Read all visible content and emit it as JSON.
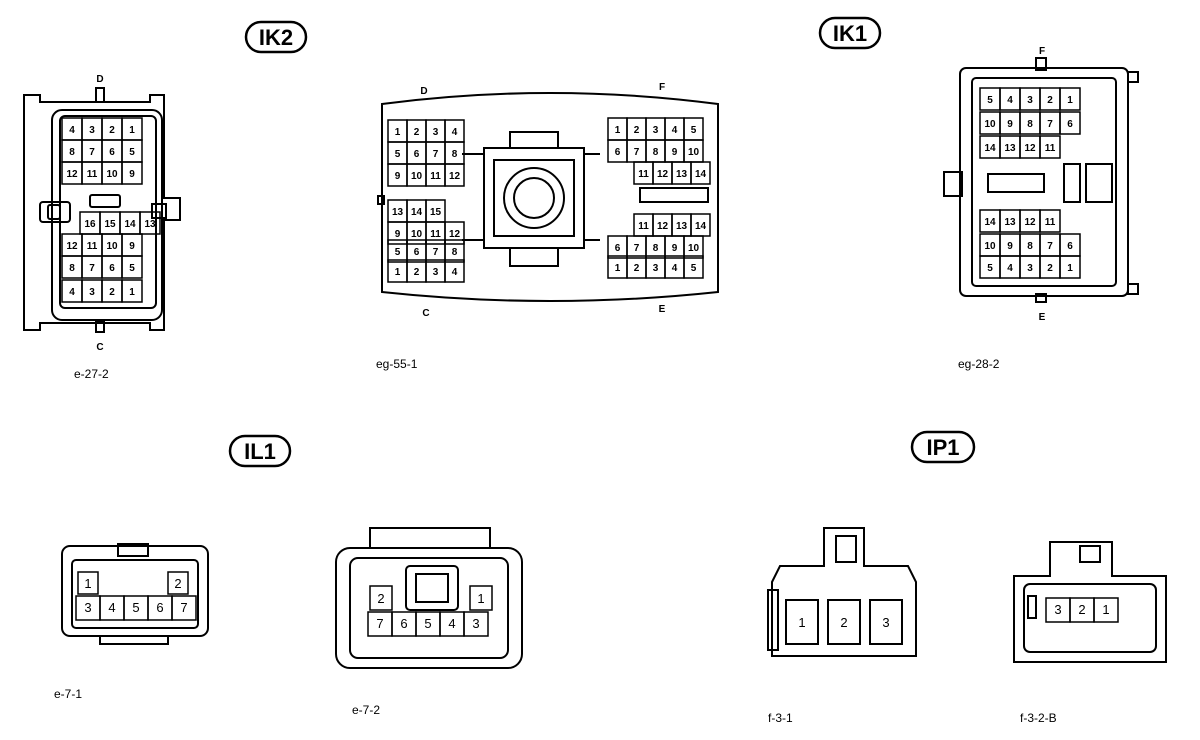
{
  "connectors": [
    {
      "id": "IK2",
      "caption": "e-27-2",
      "side_labels": [
        "D",
        "C"
      ],
      "pin_rows": [
        [
          "4",
          "3",
          "2",
          "1"
        ],
        [
          "8",
          "7",
          "6",
          "5"
        ],
        [
          "12",
          "11",
          "10",
          "9"
        ],
        [
          "16",
          "15",
          "14",
          "13"
        ],
        [
          "12",
          "11",
          "10",
          "9"
        ],
        [
          "8",
          "7",
          "6",
          "5"
        ],
        [
          "4",
          "3",
          "2",
          "1"
        ]
      ]
    },
    {
      "id": "",
      "caption": "eg-55-1",
      "side_labels": [
        "D",
        "F",
        "C",
        "E"
      ],
      "pin_rows": [
        [
          "1",
          "2",
          "3",
          "4"
        ],
        [
          "5",
          "6",
          "7",
          "8"
        ],
        [
          "9",
          "10",
          "11",
          "12"
        ],
        [
          "13",
          "14",
          "15"
        ],
        [
          "9",
          "10",
          "11",
          "12"
        ],
        [
          "5",
          "6",
          "7",
          "8"
        ],
        [
          "1",
          "2",
          "3",
          "4"
        ],
        [
          "1",
          "2",
          "3",
          "4",
          "5"
        ],
        [
          "6",
          "7",
          "8",
          "9",
          "10"
        ],
        [
          "11",
          "12",
          "13",
          "14"
        ],
        [
          "11",
          "12",
          "13",
          "14"
        ],
        [
          "6",
          "7",
          "8",
          "9",
          "10"
        ],
        [
          "1",
          "2",
          "3",
          "4",
          "5"
        ]
      ]
    },
    {
      "id": "IK1",
      "caption": "eg-28-2",
      "side_labels": [
        "F",
        "E"
      ],
      "pin_rows": [
        [
          "5",
          "4",
          "3",
          "2",
          "1"
        ],
        [
          "10",
          "9",
          "8",
          "7",
          "6"
        ],
        [
          "14",
          "13",
          "12",
          "11"
        ],
        [
          "14",
          "13",
          "12",
          "11"
        ],
        [
          "10",
          "9",
          "8",
          "7",
          "6"
        ],
        [
          "5",
          "4",
          "3",
          "2",
          "1"
        ]
      ]
    },
    {
      "id": "IL1",
      "caption": "e-7-1",
      "pin_rows": [
        [
          "1",
          "2"
        ],
        [
          "3",
          "4",
          "5",
          "6",
          "7"
        ]
      ]
    },
    {
      "id": "",
      "caption": "e-7-2",
      "pin_rows": [
        [
          "2",
          "1"
        ],
        [
          "7",
          "6",
          "5",
          "4",
          "3"
        ]
      ]
    },
    {
      "id": "IP1",
      "caption": "f-3-1",
      "pin_rows": [
        [
          "1",
          "2",
          "3"
        ]
      ]
    },
    {
      "id": "",
      "caption": "f-3-2-B",
      "pin_rows": [
        [
          "3",
          "2",
          "1"
        ]
      ]
    }
  ]
}
